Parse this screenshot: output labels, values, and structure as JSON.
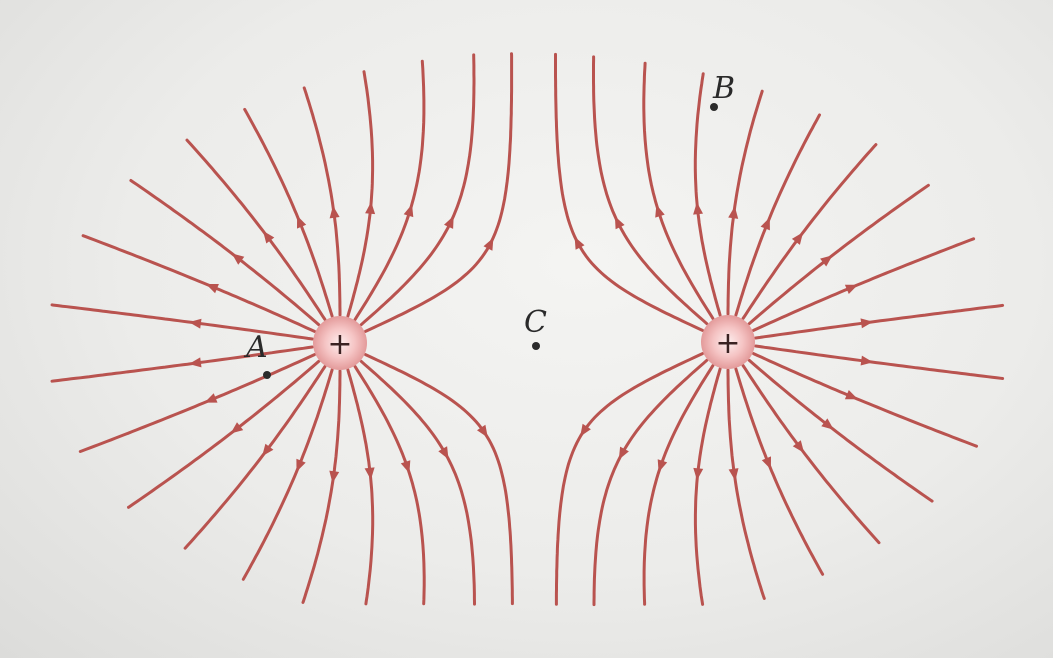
{
  "diagram": {
    "charges": [
      {
        "id": "left",
        "sign": "+"
      },
      {
        "id": "right",
        "sign": "+"
      }
    ],
    "points": [
      {
        "id": "A",
        "label": "A"
      },
      {
        "id": "B",
        "label": "B"
      },
      {
        "id": "C",
        "label": "C"
      }
    ],
    "colors": {
      "field_line": "#b9534f",
      "charge_fill": "#f2b6b6",
      "charge_core": "#fbe4e4",
      "point": "#2b2b2b"
    }
  }
}
